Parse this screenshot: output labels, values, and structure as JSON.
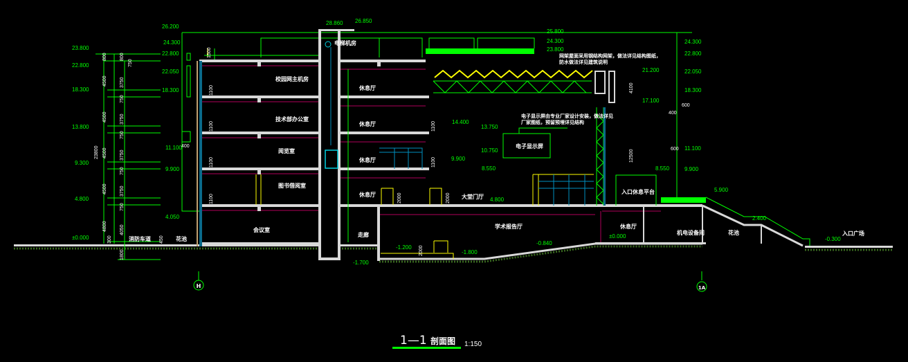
{
  "title": {
    "number": "1—1",
    "name": "剖面图",
    "scale": "1:150"
  },
  "axes": {
    "left": "H",
    "right": "1A"
  },
  "elevations": {
    "left_col": [
      "23.800",
      "22.800",
      "18.300",
      "13.800",
      "9.300",
      "4.800",
      "±0.000"
    ],
    "left_mid": [
      "26.200",
      "24.300",
      "22.800",
      "22.050",
      "18.300",
      "11.100",
      "9.900",
      "4.050"
    ],
    "top": [
      "28.860",
      "26.850",
      "25.800",
      "24.300",
      "23.800"
    ],
    "middle": [
      "14.400",
      "13.750",
      "10.750",
      "9.900",
      "8.550",
      "4.800"
    ],
    "bottom": [
      "-1.200",
      "-1.800",
      "-0.840",
      "-1.700",
      "±0.000"
    ],
    "right": [
      "21.200",
      "17.100",
      "8.550",
      "24.300",
      "22.800",
      "22.050",
      "18.300",
      "11.100",
      "9.900",
      "5.900",
      "2.400",
      "-0.300"
    ]
  },
  "rooms": {
    "server_room": "校园网主机房",
    "tech_office": "技术部办公室",
    "reading_room": "阅览室",
    "library_loan": "图书借阅室",
    "meeting_room": "会议室",
    "fire_lane": "消防车道",
    "planter_left": "花池",
    "elevator_machine": "电梯机房",
    "lounge": "休息厅",
    "corridor": "走廊",
    "lobby": "大堂门厅",
    "lecture_hall": "学术报告厅",
    "display_screen": "电子显示屏",
    "entry_platform": "入口休息平台",
    "lounge_ground": "休息厅",
    "equipment_room": "机电设备间",
    "planter_right": "花池",
    "entry_plaza": "入口广场"
  },
  "notes": {
    "roof_truss": [
      "网架屋面采用钢结构网架，做法详见结构图纸，",
      "防水做法详见建筑说明"
    ],
    "screen": [
      "电子显示屏由专业厂家设计安装，做法详见",
      "厂家图纸，预留预埋详见结构"
    ]
  },
  "dimensions": {
    "total": "23800",
    "storey": [
      "800",
      "4500",
      "4500",
      "4500",
      "4500",
      "4800"
    ],
    "sub": [
      "800",
      "750",
      "3750",
      "750",
      "3750",
      "750",
      "3750",
      "750",
      "3750",
      "750",
      "4050",
      "300",
      "1800"
    ],
    "parapet": "1500",
    "rail": "1100",
    "door": "2000",
    "curb": "450",
    "wall": "400",
    "right_upper": "4100",
    "right_lower": "12500",
    "right_w1": "400",
    "right_w2": "600"
  },
  "colors": {
    "line": "#00ff00",
    "slab": "#d8d8d8",
    "ceiling": "#b0005a",
    "glass": "#0090c0",
    "accent": "#ffff00"
  }
}
